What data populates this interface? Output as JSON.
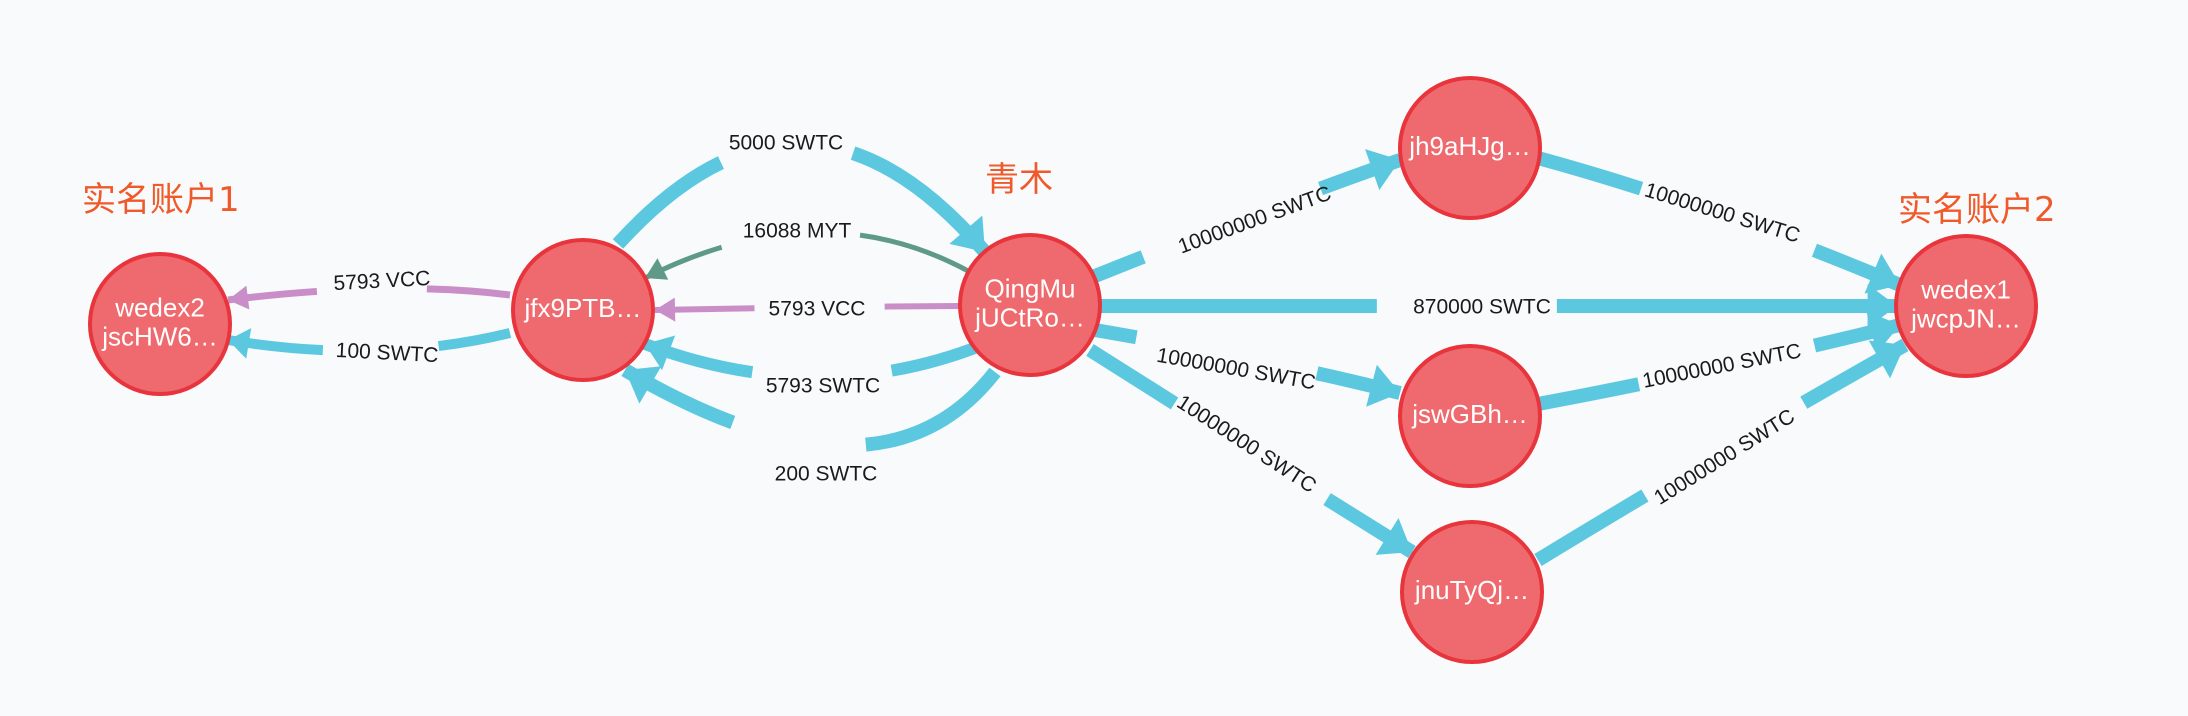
{
  "colors": {
    "node_fill": "#ef6a6e",
    "node_stroke": "#e8343c",
    "swtc": "#5bc8e0",
    "vcc": "#c98ec7",
    "myt": "#5f9a86",
    "annotation": "#f05a2a"
  },
  "annotations": {
    "account1": "实名账户1",
    "qingmu": "青木",
    "account2": "实名账户2"
  },
  "nodes": [
    {
      "id": "wedex2",
      "lines": [
        "wedex2",
        "jscHW6…"
      ]
    },
    {
      "id": "jfx9",
      "lines": [
        "jfx9PTB…"
      ]
    },
    {
      "id": "qingmu",
      "lines": [
        "QingMu",
        "jUCtRo…"
      ]
    },
    {
      "id": "jh9a",
      "lines": [
        "jh9aHJg…"
      ]
    },
    {
      "id": "jswg",
      "lines": [
        "jswGBh…"
      ]
    },
    {
      "id": "jnut",
      "lines": [
        "jnuTyQj…"
      ]
    },
    {
      "id": "wedex1",
      "lines": [
        "wedex1",
        "jwcpJN…"
      ]
    }
  ],
  "edges": [
    {
      "from": "jfx9",
      "to": "wedex2",
      "label": "5793 VCC",
      "currency": "vcc"
    },
    {
      "from": "jfx9",
      "to": "wedex2",
      "label": "100 SWTC",
      "currency": "swtc"
    },
    {
      "from": "jfx9",
      "to": "qingmu",
      "label": "5000 SWTC",
      "currency": "swtc"
    },
    {
      "from": "qingmu",
      "to": "jfx9",
      "label": "16088 MYT",
      "currency": "myt"
    },
    {
      "from": "qingmu",
      "to": "jfx9",
      "label": "5793 VCC",
      "currency": "vcc"
    },
    {
      "from": "qingmu",
      "to": "jfx9",
      "label": "5793 SWTC",
      "currency": "swtc"
    },
    {
      "from": "qingmu",
      "to": "jfx9",
      "label": "200 SWTC",
      "currency": "swtc"
    },
    {
      "from": "qingmu",
      "to": "jh9a",
      "label": "10000000 SWTC",
      "currency": "swtc"
    },
    {
      "from": "qingmu",
      "to": "wedex1",
      "label": "870000 SWTC",
      "currency": "swtc"
    },
    {
      "from": "qingmu",
      "to": "jswg",
      "label": "10000000 SWTC",
      "currency": "swtc"
    },
    {
      "from": "qingmu",
      "to": "jnut",
      "label": "10000000 SWTC",
      "currency": "swtc"
    },
    {
      "from": "jh9a",
      "to": "wedex1",
      "label": "10000000 SWTC",
      "currency": "swtc"
    },
    {
      "from": "jswg",
      "to": "wedex1",
      "label": "10000000 SWTC",
      "currency": "swtc"
    },
    {
      "from": "jnut",
      "to": "wedex1",
      "label": "10000000 SWTC",
      "currency": "swtc"
    }
  ]
}
